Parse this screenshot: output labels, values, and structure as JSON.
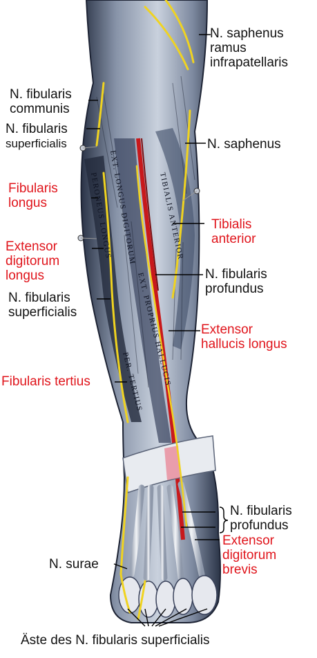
{
  "colors": {
    "muscle_label": "#e0141b",
    "nerve_label": "#111111",
    "nerve": "#f0d320",
    "artery": "#c8191c"
  },
  "labels": {
    "saphenus_infrapatellaris": [
      "N. saphenus",
      "ramus",
      "infrapatellaris"
    ],
    "fibularis_communis": [
      "N. fibularis",
      "communis"
    ],
    "fibularis_superficialis_top": [
      "N. fibularis",
      "superficialis"
    ],
    "saphenus": "N. saphenus",
    "fibularis_longus": [
      "Fibularis",
      "longus"
    ],
    "tibialis_anterior": [
      "Tibialis",
      "anterior"
    ],
    "extensor_digitorum_longus": [
      "Extensor",
      "digitorum",
      "longus"
    ],
    "fibularis_profundus": [
      "N. fibularis",
      "profundus"
    ],
    "fibularis_superficialis_mid": [
      "N. fibularis",
      "superficialis"
    ],
    "extensor_hallucis_longus": [
      "Extensor",
      "hallucis longus"
    ],
    "fibularis_tertius": "Fibularis tertius",
    "fibularis_profundus_foot": [
      "N. fibularis",
      "profundus"
    ],
    "extensor_digitorum_brevis": [
      "Extensor",
      "digitorum",
      "brevis"
    ],
    "surae": "N. surae",
    "aeste": "Äste des N. fibularis superficialis"
  },
  "muscle_inscriptions": [
    "EXT. LONGUS DIGITORUM",
    "PERONEUS LONGUS",
    "TIBIALIS ANTERIOR",
    "EXT. PROPRIUS HALLUCIS",
    "PER. TERTIUS"
  ]
}
